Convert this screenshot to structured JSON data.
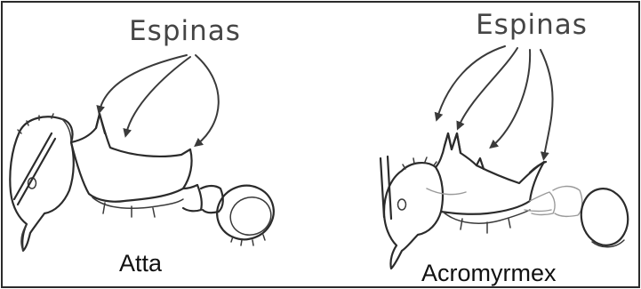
{
  "figure": {
    "left": {
      "spines_label": "Espinas",
      "genus_label": "Atta"
    },
    "right": {
      "spines_label": "Espinas",
      "genus_label": "Acromyrmex"
    },
    "colors": {
      "ink": "#2b2b2b",
      "faint_ink": "#9a9a9a",
      "background": "#ffffff"
    }
  }
}
